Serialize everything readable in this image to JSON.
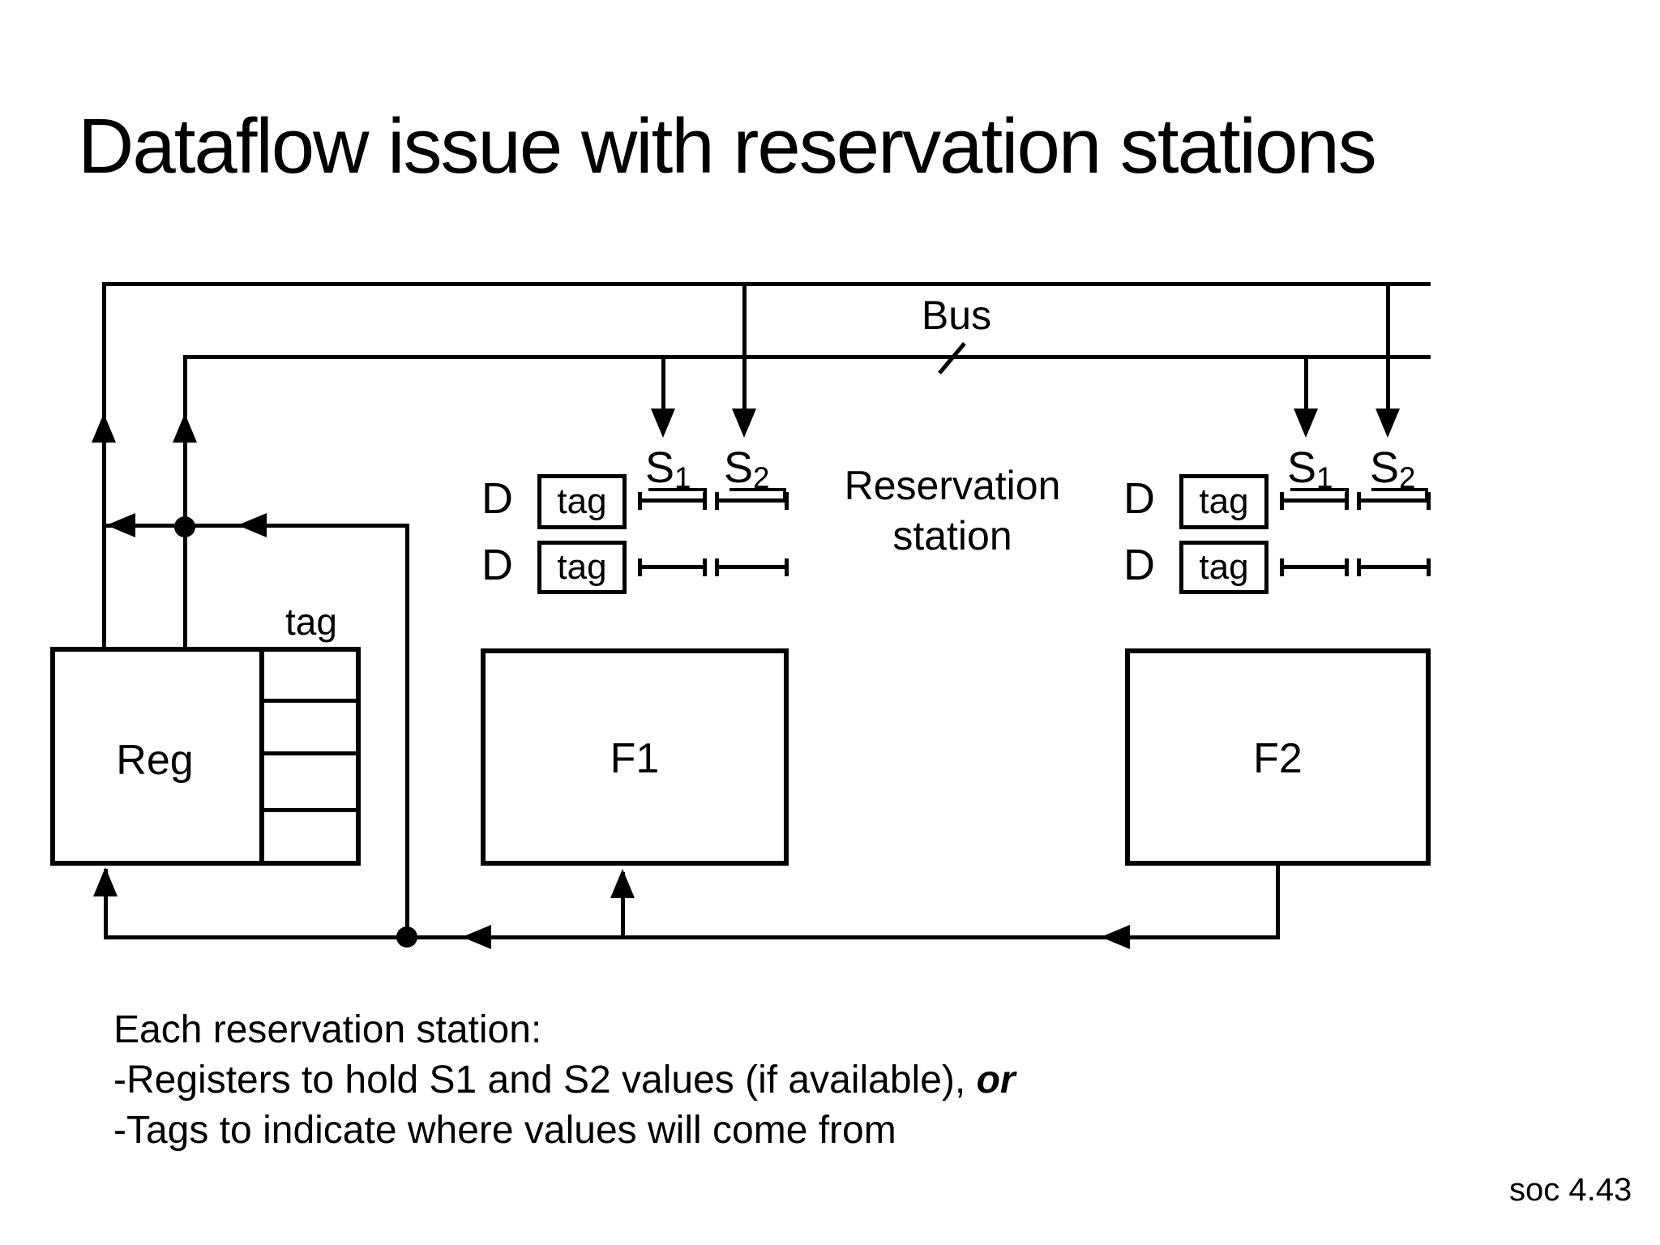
{
  "slide": {
    "title": "Dataflow issue with reservation stations",
    "footer": "soc 4.43"
  },
  "diagram": {
    "bus_label": "Bus",
    "reservation_station_label_line1": "Reservation",
    "reservation_station_label_line2": "station",
    "reg_label": "Reg",
    "reg_tag_column_label": "tag",
    "f1_label": "F1",
    "f2_label": "F2",
    "stations": [
      {
        "side": "left",
        "rows": [
          {
            "d": "D",
            "tag": "tag"
          },
          {
            "d": "D",
            "tag": "tag"
          }
        ],
        "s1": {
          "base": "S",
          "sub": "1"
        },
        "s2": {
          "base": "S",
          "sub": "2"
        }
      },
      {
        "side": "right",
        "rows": [
          {
            "d": "D",
            "tag": "tag"
          },
          {
            "d": "D",
            "tag": "tag"
          }
        ],
        "s1": {
          "base": "S",
          "sub": "1"
        },
        "s2": {
          "base": "S",
          "sub": "2"
        }
      }
    ]
  },
  "notes": {
    "line1": "Each reservation station:",
    "line2_prefix": "-Registers to hold S1 and S2 values (if available), ",
    "line2_emphasis": "or",
    "line3": "-Tags to indicate where values will come from"
  },
  "colors": {
    "ink": "#000000",
    "background": "#ffffff"
  }
}
